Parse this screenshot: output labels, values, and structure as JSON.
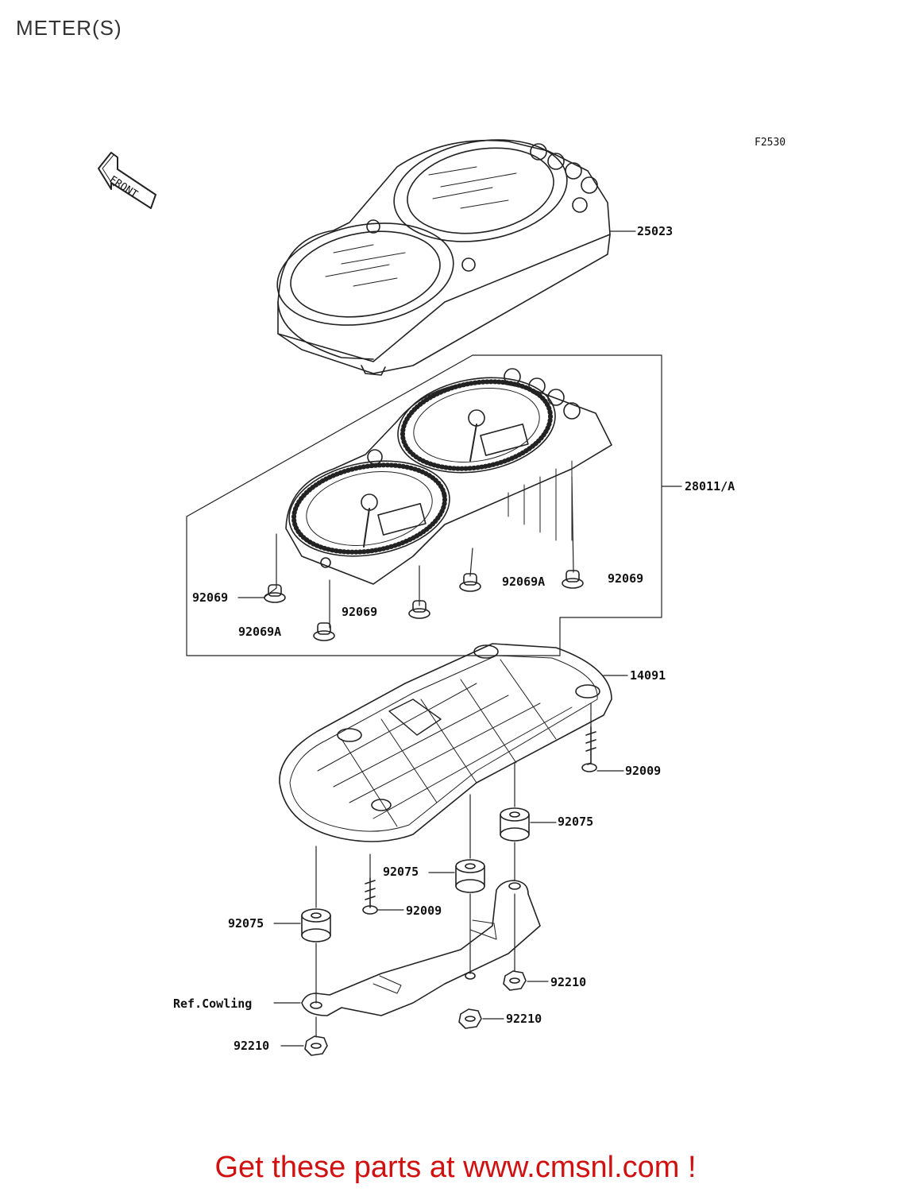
{
  "page_title": "METER(S)",
  "figure_code": "F2530",
  "front_label": "FRONT",
  "callouts": {
    "meter_case": "25023",
    "meter_assy": "28011/A",
    "grommet_left": "92069",
    "grommet_a_left": "92069A",
    "grommet_mid": "92069",
    "grommet_a_right": "92069A",
    "grommet_right": "92069",
    "cover": "14091",
    "screw_right": "92009",
    "damper_right": "92075",
    "damper_mid": "92075",
    "screw_mid": "92009",
    "damper_left": "92075",
    "ref_cowling": "Ref.Cowling",
    "nut_right": "92210",
    "nut_mid": "92210",
    "nut_left": "92210"
  },
  "footer": {
    "text": "Get these parts at www.cmsnl.com !"
  }
}
